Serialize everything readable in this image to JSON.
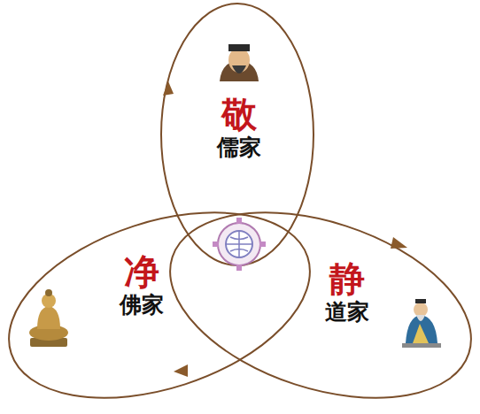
{
  "diagram": {
    "nodes": [
      {
        "text": [
          "敬",
          "儒家"
        ]
      },
      {
        "text": [
          "净",
          "佛家"
        ]
      },
      {
        "text": [
          "静",
          "道家"
        ]
      }
    ]
  }
}
